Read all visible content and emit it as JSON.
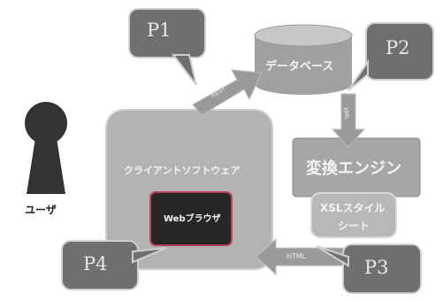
{
  "user": {
    "label": "ユーザ"
  },
  "client": {
    "label": "クライアントソフトウェア"
  },
  "browser": {
    "label": "Webブラウザ"
  },
  "database": {
    "label": "データベース"
  },
  "engine": {
    "label": "変換エンジン"
  },
  "xsl": {
    "line1": "XSLスタイル",
    "line2": "シート"
  },
  "arrows": {
    "rest": "REST",
    "xml": "XML",
    "html": "HTML"
  },
  "callouts": {
    "p1": "P1",
    "p2": "P2",
    "p3": "P3",
    "p4": "P4"
  },
  "colors": {
    "callout": "#6f6f6f",
    "box": "#a6a6a6",
    "arrow": "#9a9a9a",
    "browser": "#262626",
    "user": "#333333"
  }
}
